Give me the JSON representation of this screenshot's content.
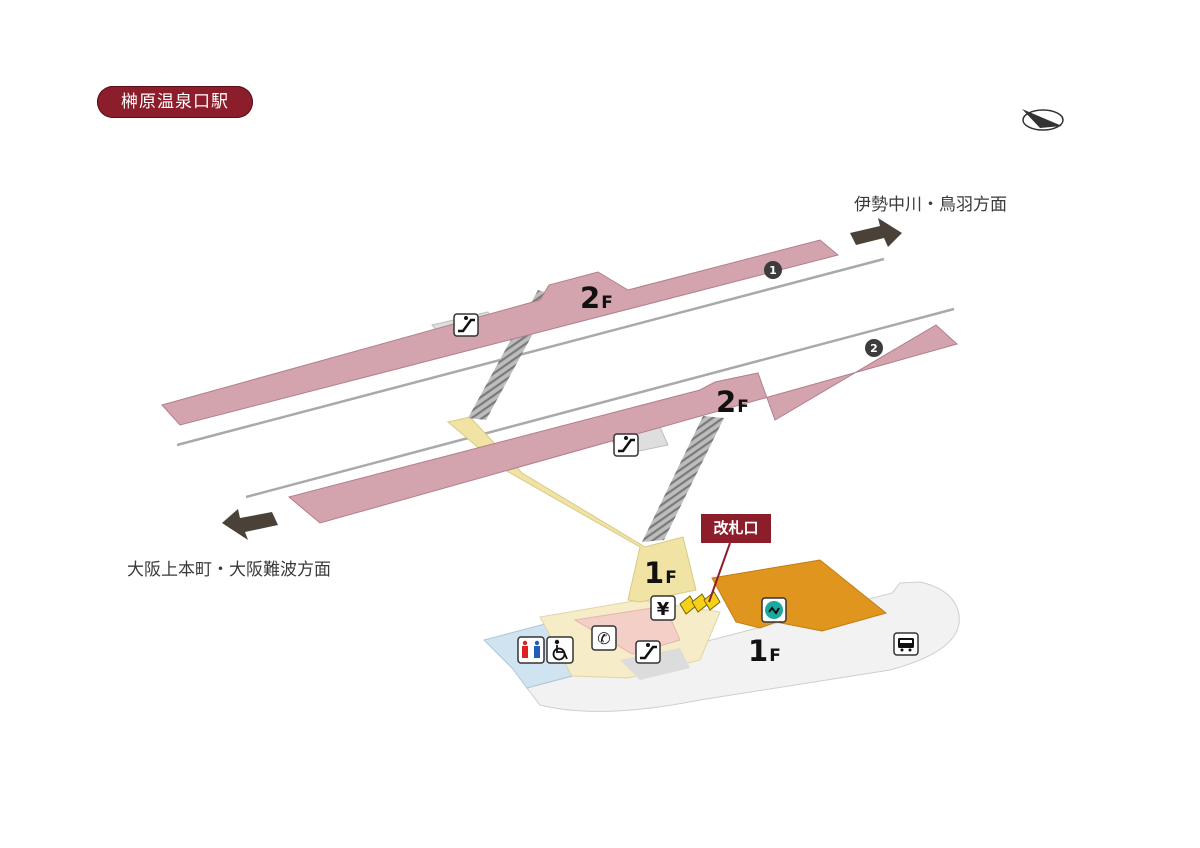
{
  "station_name": "榊原温泉口駅",
  "directions": {
    "up": "伊勢中川・鳥羽方面",
    "down": "大阪上本町・大阪難波方面"
  },
  "floors": {
    "platform1_floor": "2",
    "platform2_floor": "2",
    "concourse_floor": "1",
    "ground_floor": "1",
    "suffix": "F"
  },
  "platforms": {
    "one": "1",
    "two": "2"
  },
  "ticket_gate_label": "改札口",
  "facilities": {
    "atm_symbol": "¥",
    "phone_symbol": "✆"
  },
  "colors": {
    "platform": "#d4a4ae",
    "concourse": "#f1e3a4",
    "ticket_area": "#e0951f",
    "restroom": "#cfe3f1",
    "ground": "#f2f2f2",
    "accent": "#8c1d2b",
    "arrow": "#4a4238"
  },
  "icons": [
    "north-arrow-icon",
    "escalator-icon",
    "restroom-icon",
    "accessible-toilet-icon",
    "phone-icon",
    "atm-icon",
    "ticket-gate-icon",
    "waiting-room-icon",
    "bus-icon"
  ]
}
